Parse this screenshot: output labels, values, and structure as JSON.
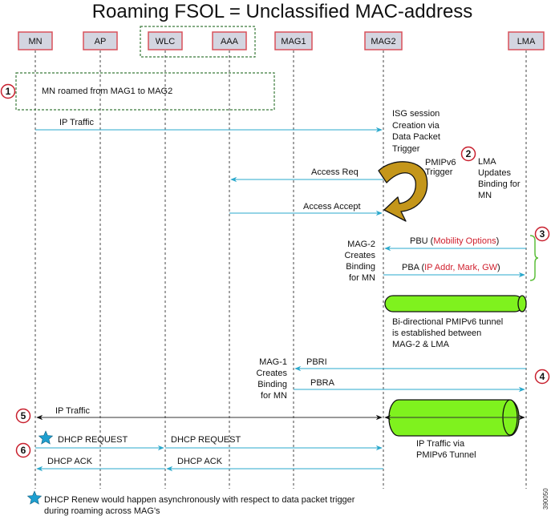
{
  "title": "Roaming FSOL = Unclassified MAC-address",
  "colors": {
    "actor_fill": "#d3d5e0",
    "actor_border": "#d9515a",
    "msg_line": "#2aa8cc",
    "traffic_line": "#222222",
    "group_border": "#3a7a3a",
    "tunnel_fill": "#7ff21e",
    "trigger_arrow": "#c4961a",
    "step_circle": "#c8202e",
    "brace": "#5cbf3a",
    "star": "#1e9fd0",
    "highlight_text": "#d0202e"
  },
  "actors": [
    {
      "id": "MN",
      "label": "MN"
    },
    {
      "id": "AP",
      "label": "AP"
    },
    {
      "id": "WLC",
      "label": "WLC"
    },
    {
      "id": "AAA",
      "label": "AAA"
    },
    {
      "id": "MAG1",
      "label": "MAG1"
    },
    {
      "id": "MAG2",
      "label": "MAG2"
    },
    {
      "id": "LMA",
      "label": "LMA"
    }
  ],
  "steps": [
    "1",
    "2",
    "3",
    "4",
    "5",
    "6"
  ],
  "notes": {
    "roamed": "MN roamed from MAG1 to MAG2",
    "isg": [
      "ISG session",
      "Creation via",
      "Data Packet",
      "Trigger"
    ],
    "pmip_trigger": [
      "PMIPv6",
      "Trigger"
    ],
    "lma_updates": [
      "LMA",
      "Updates",
      "Binding for",
      "MN"
    ],
    "mag2_creates": [
      "MAG-2",
      "Creates",
      "Binding",
      "for MN"
    ],
    "tunnel_established": [
      "Bi-directional PMIPv6 tunnel",
      "is established between",
      "MAG-2 & LMA"
    ],
    "mag1_creates": [
      "MAG-1",
      "Creates",
      "Binding",
      "for MN"
    ],
    "ip_via_tunnel": [
      "IP Traffic via",
      "PMIPv6 Tunnel"
    ],
    "footnote": [
      "DHCP Renew would happen asynchronously with respect to data packet trigger",
      "during roaming across MAG's"
    ],
    "figure_id": "390050"
  },
  "messages": {
    "ip_traffic_1": "IP Traffic",
    "access_req": "Access Req",
    "access_accept": "Access Accept",
    "pbu": {
      "prefix": "PBU (",
      "highlight": "Mobility Options",
      "suffix": ")"
    },
    "pba": {
      "prefix": "PBA (",
      "highlight": "IP Addr, Mark, GW",
      "suffix": ")"
    },
    "pbri": "PBRI",
    "pbra": "PBRA",
    "ip_traffic_2": "IP Traffic",
    "dhcp_request_1": "DHCP REQUEST",
    "dhcp_request_2": "DHCP REQUEST",
    "dhcp_ack_1": "DHCP ACK",
    "dhcp_ack_2": "DHCP ACK"
  }
}
